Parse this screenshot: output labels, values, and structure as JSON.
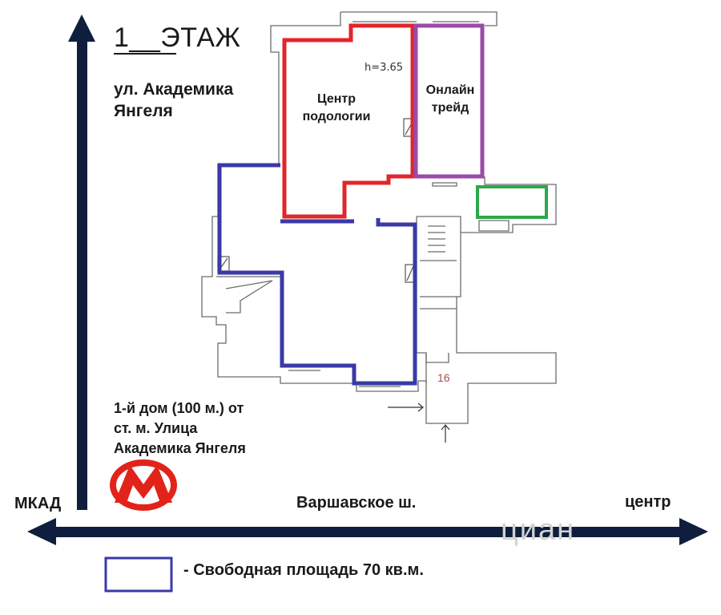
{
  "title": {
    "number": "1",
    "suffix": "ЭТАЖ"
  },
  "street": "ул. Академика\nЯнгеля",
  "ceiling_height": "h=3.65",
  "rooms": {
    "podology": "Центр\nподологии",
    "trade": "Онлайн\nтрейд",
    "number": "16"
  },
  "metro_note": "1-й дом (100 м.) от\nст. м. Улица\nАкадемика Янгеля",
  "road_labels": {
    "left": "МКАД",
    "road": "Варшавское ш.",
    "right": "центр"
  },
  "legend": {
    "text": "- Свободная площадь 70 кв.м."
  },
  "watermark": "циан",
  "colors": {
    "free_area": "#3a3aa6",
    "podology": "#e0262b",
    "trade": "#9b4aa8",
    "utility": "#2aa84a",
    "arrows": "#0f1e3d",
    "metro": "#e2231a"
  }
}
